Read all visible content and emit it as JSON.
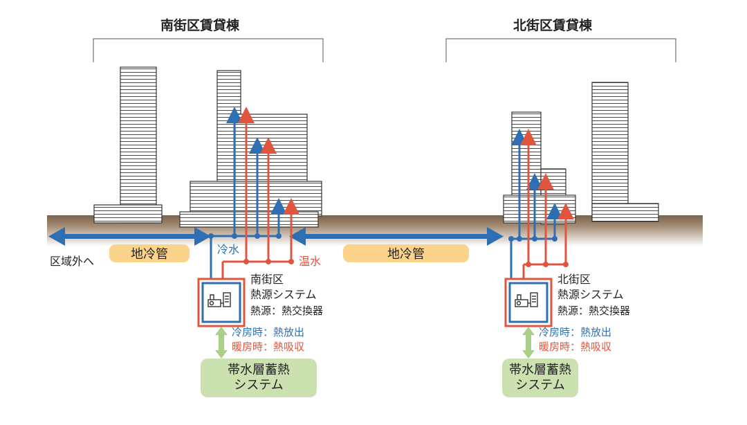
{
  "south": {
    "title": "南街区賃貸棟",
    "plant_name": "南街区",
    "plant_sub": "熱源システム",
    "plant_source": "熱源：熱交換器",
    "cooling": "冷房時：熱放出",
    "heating": "暖房時：熱吸収",
    "storage_line1": "帯水層蓄熱",
    "storage_line2": "システム"
  },
  "north": {
    "title": "北街区賃貸棟",
    "plant_name": "北街区",
    "plant_sub": "熱源システム",
    "plant_source": "熱源：熱交換器",
    "cooling": "冷房時：熱放出",
    "heating": "暖房時：熱吸収",
    "storage_line1": "帯水層蓄熱",
    "storage_line2": "システム"
  },
  "labels": {
    "outside": "区域外へ",
    "pipe_left": "地冷管",
    "pipe_middle": "地冷管",
    "cold_water": "冷水",
    "hot_water": "温水"
  },
  "colors": {
    "cold": "#2e6fb3",
    "hot": "#e0553d",
    "ground": "#8a6f55",
    "pipe_label_bg": "#fbd38a",
    "storage_bg": "#cbe1b0",
    "exchange_arrow": "#a9cf88"
  },
  "icons": [
    "heat-exchanger-icon"
  ]
}
